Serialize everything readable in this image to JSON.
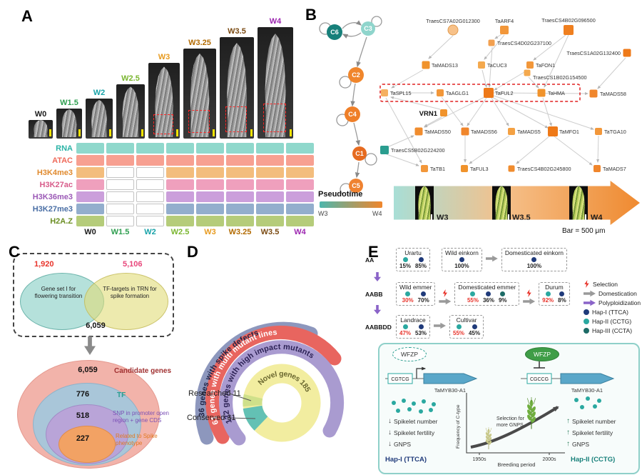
{
  "palette": {
    "teal": "#2a9d8f",
    "teal_light": "#8fd5cc",
    "orange": "#f0862c",
    "orange_deep": "#e2711d",
    "red": "#e8332a",
    "navy": "#1f3a7a",
    "hap3": "#1d6b66",
    "purple": "#8a63c8"
  },
  "panel_a": {
    "label": "A",
    "stages": [
      {
        "name": "W0",
        "color": "#1a1a1a"
      },
      {
        "name": "W1.5",
        "color": "#2e9e4f"
      },
      {
        "name": "W2",
        "color": "#17a2a8"
      },
      {
        "name": "W2.5",
        "color": "#7ab62f"
      },
      {
        "name": "W3",
        "color": "#e79a1e"
      },
      {
        "name": "W3.25",
        "color": "#b26a00"
      },
      {
        "name": "W3.5",
        "color": "#7a4a12"
      },
      {
        "name": "W4",
        "color": "#9c27b0"
      }
    ],
    "assays": [
      {
        "name": "RNA",
        "label_color": "#2ab3a6",
        "cell_color": "#8fd8cc",
        "cells": [
          1,
          1,
          1,
          1,
          1,
          1,
          1,
          1
        ]
      },
      {
        "name": "ATAC",
        "label_color": "#ef6a5a",
        "cell_color": "#f7a091",
        "cells": [
          1,
          1,
          1,
          1,
          1,
          1,
          1,
          1
        ]
      },
      {
        "name": "H3K4me3",
        "label_color": "#e08a2e",
        "cell_color": "#f3bd7d",
        "cells": [
          1,
          0,
          0,
          1,
          1,
          1,
          1,
          1
        ]
      },
      {
        "name": "H3K27ac",
        "label_color": "#d85c8a",
        "cell_color": "#efa0bd",
        "cells": [
          1,
          0,
          0,
          1,
          1,
          1,
          1,
          1
        ]
      },
      {
        "name": "H3K36me3",
        "label_color": "#9b59b6",
        "cell_color": "#cb9fdb",
        "cells": [
          1,
          0,
          0,
          1,
          1,
          1,
          1,
          1
        ]
      },
      {
        "name": "H3K27me3",
        "label_color": "#4a6fa5",
        "cell_color": "#93aecd",
        "cells": [
          1,
          0,
          0,
          1,
          1,
          1,
          1,
          1
        ]
      },
      {
        "name": "H2A.Z",
        "label_color": "#6b8e23",
        "cell_color": "#b5cc7a",
        "cells": [
          1,
          0,
          0,
          1,
          1,
          1,
          1,
          1
        ]
      }
    ]
  },
  "panel_b": {
    "label": "B",
    "clusters": {
      "c1": "C1",
      "c2": "C2",
      "c3": "C3",
      "c4": "C4",
      "c5": "C5",
      "c6": "C6"
    },
    "pseudotime": {
      "title": "Pseudotime",
      "start": "W3",
      "end": "W4"
    },
    "genes": {
      "g7a": "TraesCS7A02G012300",
      "arf4": "TaARF4",
      "g4b096": "TraesCS4B02G096500",
      "g4d237": "TraesCS4D02G237100",
      "g1a132": "TraesCS1A02G132400",
      "mads13": "TaMADS13",
      "cuc3": "TaCUC3",
      "fon1": "TaFON1",
      "g1b154": "TraesCS1B02G154500",
      "spl15": "TaSPL15",
      "aglg1": "TaAGLG1",
      "ful2": "TaFUL2",
      "hma": "TaHMA",
      "mads58": "TaMADS58",
      "vrn1": "VRN1",
      "mads50": "TaMADS50",
      "mads56": "TaMADS56",
      "mads5": "TaMADS5",
      "mfo1": "TaMFO1",
      "tga10": "TaTGA10",
      "g5b224": "TraesCS5B02G224200",
      "tb1": "TaTB1",
      "ful3": "TaFUL3",
      "g4b245": "TraesCS4B02G245800",
      "mads7": "TaMADS7"
    },
    "timeline": {
      "s1": "W3",
      "s2": "W3.5",
      "s3": "W4",
      "scale": "Bar = 500 μm"
    }
  },
  "panel_c": {
    "label": "C",
    "venn": {
      "left_value": "1,920",
      "left_label": "Gene set I for flowering transition",
      "right_value": "5,106",
      "right_label": "TF-targets in TRN for spike formation",
      "union_value": "6,059"
    },
    "funnel": [
      {
        "value": "6,059",
        "label": "Candidate genes"
      },
      {
        "value": "776",
        "label": "TF"
      },
      {
        "value": "518",
        "label": "SNP in promoter open region + gene CDS"
      },
      {
        "value": "227",
        "label": "Related to Spike phenotype"
      }
    ]
  },
  "panel_d": {
    "label": "D",
    "chart_data": {
      "type": "donut",
      "arcs": [
        {
          "label": "36 genes with spike defects",
          "value": 36,
          "color": "#8d97bd"
        },
        {
          "label": "61 genes with multi mutant lines",
          "value": 61,
          "color": "#e8655f"
        },
        {
          "label": "122 genes with high impact mutants",
          "value": 122,
          "color": "#a99bd0"
        }
      ],
      "donut": {
        "novel": {
          "label": "Novel genes 185",
          "value": 185,
          "color": "#f2eda0"
        },
        "conserved": {
          "label": "Conserved 31",
          "value": 31,
          "color": "#63c1b4"
        },
        "researched": {
          "label": "Researched 11",
          "value": 11,
          "color": "#cfe08a"
        }
      }
    }
  },
  "panel_e": {
    "label": "E",
    "rows": [
      {
        "genome": "AA",
        "connectors": [
          null,
          "arrow"
        ],
        "boxes": [
          {
            "name": "Urartu",
            "haps": [
              {
                "pct": "15%",
                "hap": "II"
              },
              {
                "pct": "85%",
                "hap": "I"
              }
            ]
          },
          {
            "name": "Wild einkorn",
            "haps": [
              {
                "pct": "100%",
                "hap": "I"
              }
            ]
          },
          {
            "name": "Domesticated einkorn",
            "haps": [
              {
                "pct": "100%",
                "hap": "I"
              }
            ]
          }
        ]
      },
      {
        "genome": "AABB",
        "connectors": [
          "bolt",
          "bolt"
        ],
        "boxes": [
          {
            "name": "Wild emmer",
            "haps": [
              {
                "pct": "30%",
                "hap": "II",
                "highlight": true
              },
              {
                "pct": "70%",
                "hap": "I"
              }
            ]
          },
          {
            "name": "Domesticated emmer",
            "haps": [
              {
                "pct": "55%",
                "hap": "II",
                "highlight": true
              },
              {
                "pct": "36%",
                "hap": "I"
              },
              {
                "pct": "9%",
                "hap": "III"
              }
            ]
          },
          {
            "name": "Durum",
            "haps": [
              {
                "pct": "92%",
                "hap": "II",
                "highlight": true
              },
              {
                "pct": "8%",
                "hap": "I"
              }
            ]
          }
        ]
      },
      {
        "genome": "AABBDD",
        "connectors": [
          "arrow"
        ],
        "boxes": [
          {
            "name": "Landrace",
            "haps": [
              {
                "pct": "47%",
                "hap": "II",
                "highlight": true
              },
              {
                "pct": "53%",
                "hap": "I"
              }
            ]
          },
          {
            "name": "Cultivar",
            "haps": [
              {
                "pct": "55%",
                "hap": "II",
                "highlight": true
              },
              {
                "pct": "45%",
                "hap": "I"
              }
            ]
          }
        ]
      }
    ],
    "legend": {
      "selection": "Selection",
      "domestication": "Domestication",
      "polyploidization": "Polyploidization",
      "hap1": "Hap-I (TTCA)",
      "hap2": "Hap-II (CCTG)",
      "hap3": "Hap-III (CCTA)"
    },
    "mechanism": {
      "tf": "WFZP",
      "left_motif": "CGTCG",
      "right_motif": "CGCCG",
      "gene": "TaMYB30-A1",
      "left_traits": [
        "Spikelet number",
        "Spikelet fertility",
        "GNPS"
      ],
      "right_traits": [
        "Spikelet number",
        "Spikelet fertility",
        "GNPS"
      ],
      "left_hap": "Hap-I (TTCA)",
      "right_hap": "Hap-II (CCTG)",
      "y_axis": "Frequency of C-type",
      "x_start": "1950s",
      "x_end": "2000s",
      "x_label": "Breeding period",
      "annotation_line1": "Selection for",
      "annotation_line2": "more GNPS"
    }
  }
}
